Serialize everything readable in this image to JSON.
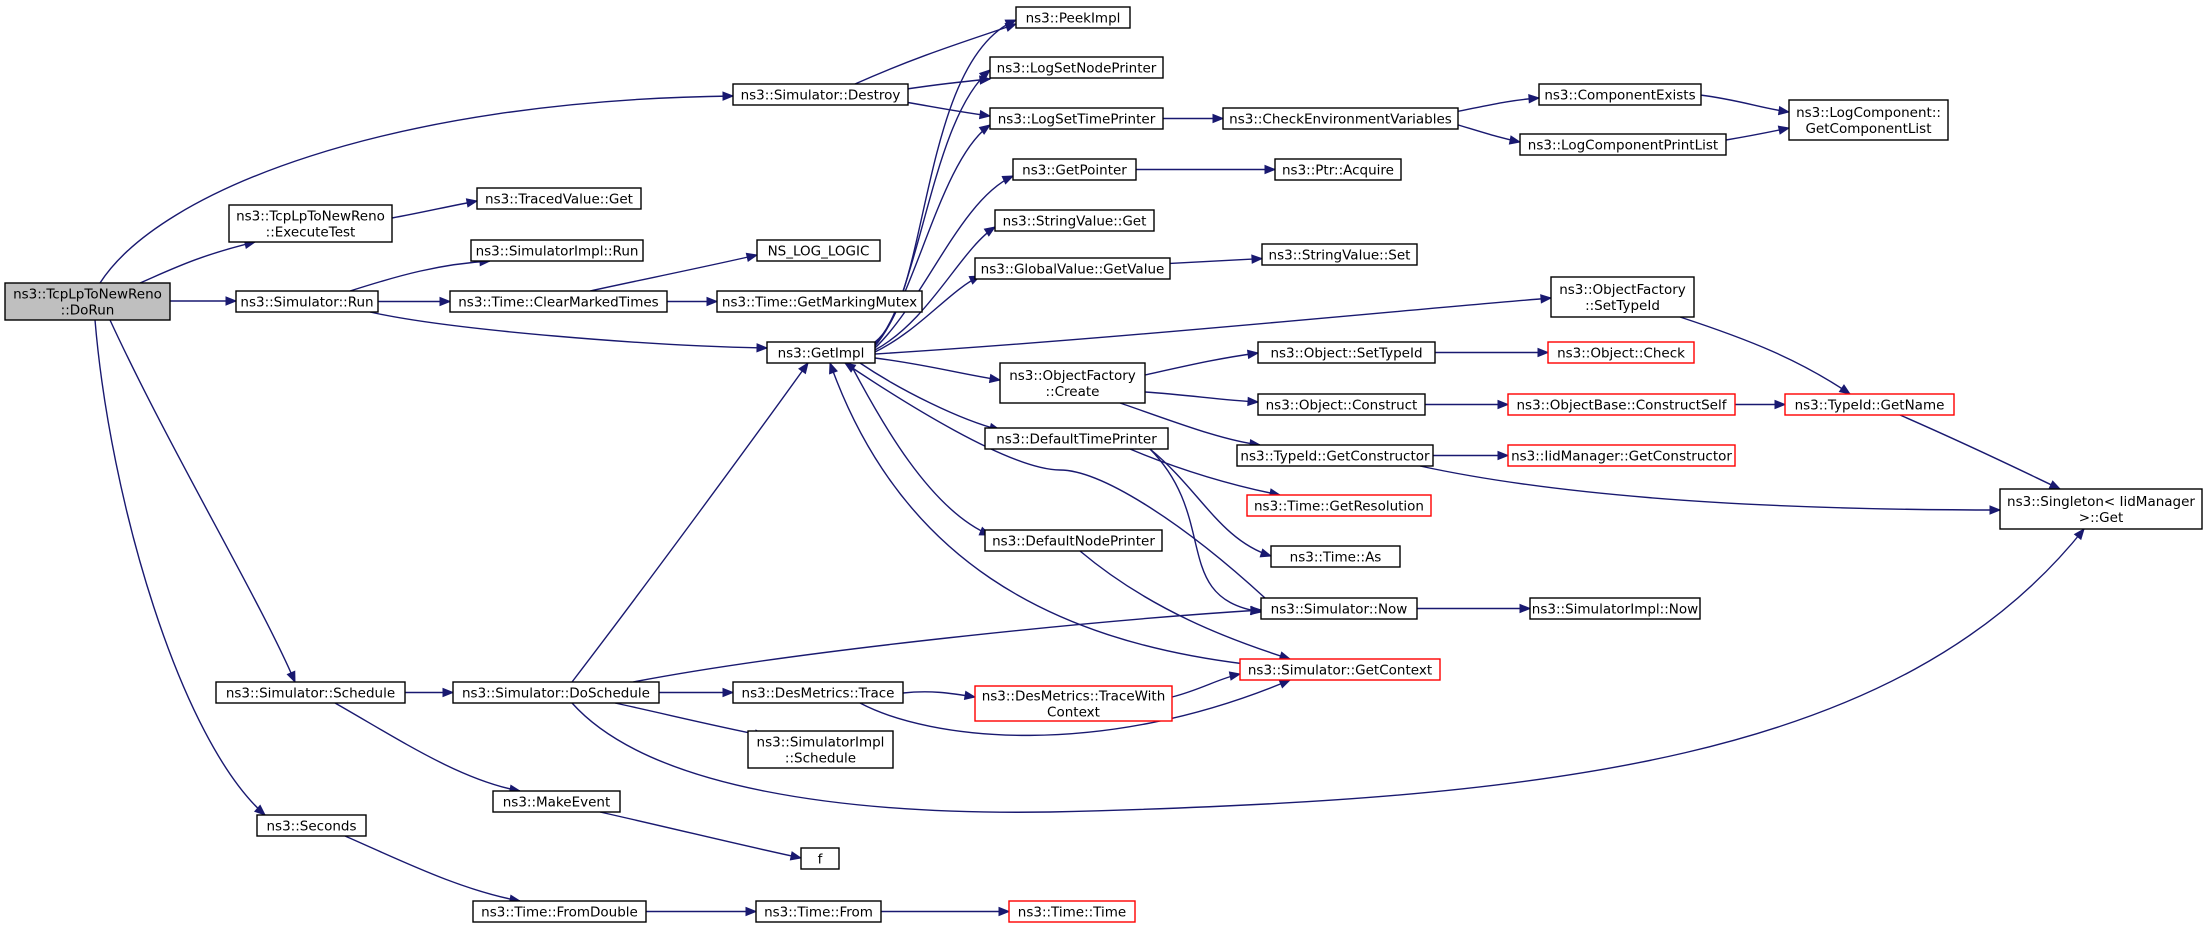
{
  "graph": {
    "edge_color": "#191970",
    "truncated_border_color": "#ff0000",
    "root_fill": "#bfbfbf",
    "nodes": [
      {
        "id": "dorun",
        "lines": [
          "ns3::TcpLpToNewReno",
          "::DoRun"
        ],
        "root": true
      },
      {
        "id": "destroy",
        "lines": [
          "ns3::Simulator::Destroy"
        ]
      },
      {
        "id": "executetest",
        "lines": [
          "ns3::TcpLpToNewReno",
          "::ExecuteTest"
        ]
      },
      {
        "id": "tracedvalueget",
        "lines": [
          "ns3::TracedValue::Get"
        ]
      },
      {
        "id": "simrun",
        "lines": [
          "ns3::Simulator::Run"
        ]
      },
      {
        "id": "simimplrun",
        "lines": [
          "ns3::SimulatorImpl::Run"
        ]
      },
      {
        "id": "clearmarked",
        "lines": [
          "ns3::Time::ClearMarkedTimes"
        ]
      },
      {
        "id": "nslog",
        "lines": [
          "NS_LOG_LOGIC"
        ]
      },
      {
        "id": "markingmutex",
        "lines": [
          "ns3::Time::GetMarkingMutex"
        ]
      },
      {
        "id": "getimpl",
        "lines": [
          "ns3::GetImpl"
        ]
      },
      {
        "id": "peekimpl",
        "lines": [
          "ns3::PeekImpl"
        ]
      },
      {
        "id": "lognode",
        "lines": [
          "ns3::LogSetNodePrinter"
        ]
      },
      {
        "id": "logtime",
        "lines": [
          "ns3::LogSetTimePrinter"
        ]
      },
      {
        "id": "checkenv",
        "lines": [
          "ns3::CheckEnvironmentVariables"
        ]
      },
      {
        "id": "compexists",
        "lines": [
          "ns3::ComponentExists"
        ]
      },
      {
        "id": "logprintlist",
        "lines": [
          "ns3::LogComponentPrintList"
        ]
      },
      {
        "id": "getcomplist",
        "lines": [
          "ns3::LogComponent::",
          "GetComponentList"
        ]
      },
      {
        "id": "getpointer",
        "lines": [
          "ns3::GetPointer"
        ]
      },
      {
        "id": "ptracquire",
        "lines": [
          "ns3::Ptr::Acquire"
        ]
      },
      {
        "id": "strget",
        "lines": [
          "ns3::StringValue::Get"
        ]
      },
      {
        "id": "globalget",
        "lines": [
          "ns3::GlobalValue::GetValue"
        ]
      },
      {
        "id": "strset",
        "lines": [
          "ns3::StringValue::Set"
        ]
      },
      {
        "id": "ofsettype",
        "lines": [
          "ns3::ObjectFactory",
          "::SetTypeId"
        ]
      },
      {
        "id": "ofcreate",
        "lines": [
          "ns3::ObjectFactory",
          "::Create"
        ]
      },
      {
        "id": "objsettype",
        "lines": [
          "ns3::Object::SetTypeId"
        ]
      },
      {
        "id": "objcheck",
        "lines": [
          "ns3::Object::Check"
        ],
        "truncated": true
      },
      {
        "id": "objconstruct",
        "lines": [
          "ns3::Object::Construct"
        ]
      },
      {
        "id": "constructself",
        "lines": [
          "ns3::ObjectBase::ConstructSelf"
        ],
        "truncated": true
      },
      {
        "id": "typeidname",
        "lines": [
          "ns3::TypeId::GetName"
        ],
        "truncated": true
      },
      {
        "id": "typeidctor",
        "lines": [
          "ns3::TypeId::GetConstructor"
        ]
      },
      {
        "id": "iidctor",
        "lines": [
          "ns3::IidManager::GetConstructor"
        ],
        "truncated": true
      },
      {
        "id": "singleton",
        "lines": [
          "ns3::Singleton< IidManager",
          ">::Get"
        ]
      },
      {
        "id": "deftime",
        "lines": [
          "ns3::DefaultTimePrinter"
        ]
      },
      {
        "id": "getres",
        "lines": [
          "ns3::Time::GetResolution"
        ],
        "truncated": true
      },
      {
        "id": "timeas",
        "lines": [
          "ns3::Time::As"
        ]
      },
      {
        "id": "defnode",
        "lines": [
          "ns3::DefaultNodePrinter"
        ]
      },
      {
        "id": "simnow",
        "lines": [
          "ns3::Simulator::Now"
        ]
      },
      {
        "id": "simimplnow",
        "lines": [
          "ns3::SimulatorImpl::Now"
        ]
      },
      {
        "id": "getcontext",
        "lines": [
          "ns3::Simulator::GetContext"
        ],
        "truncated": true
      },
      {
        "id": "schedule",
        "lines": [
          "ns3::Simulator::Schedule"
        ]
      },
      {
        "id": "doschedule",
        "lines": [
          "ns3::Simulator::DoSchedule"
        ]
      },
      {
        "id": "destrace",
        "lines": [
          "ns3::DesMetrics::Trace"
        ]
      },
      {
        "id": "destracectx",
        "lines": [
          "ns3::DesMetrics::TraceWith",
          "Context"
        ],
        "truncated": true
      },
      {
        "id": "simimplsched",
        "lines": [
          "ns3::SimulatorImpl",
          "::Schedule"
        ]
      },
      {
        "id": "makeevent",
        "lines": [
          "ns3::MakeEvent"
        ]
      },
      {
        "id": "f",
        "lines": [
          "f"
        ]
      },
      {
        "id": "seconds",
        "lines": [
          "ns3::Seconds"
        ]
      },
      {
        "id": "fromdouble",
        "lines": [
          "ns3::Time::FromDouble"
        ]
      },
      {
        "id": "timefrom",
        "lines": [
          "ns3::Time::From"
        ]
      },
      {
        "id": "timetime",
        "lines": [
          "ns3::Time::Time"
        ],
        "truncated": true
      }
    ],
    "edges": [
      [
        "dorun",
        "destroy"
      ],
      [
        "dorun",
        "executetest"
      ],
      [
        "dorun",
        "simrun"
      ],
      [
        "dorun",
        "schedule"
      ],
      [
        "dorun",
        "seconds"
      ],
      [
        "destroy",
        "peekimpl"
      ],
      [
        "destroy",
        "lognode"
      ],
      [
        "destroy",
        "logtime"
      ],
      [
        "executetest",
        "tracedvalueget"
      ],
      [
        "simrun",
        "simimplrun"
      ],
      [
        "simrun",
        "clearmarked"
      ],
      [
        "simrun",
        "getimpl"
      ],
      [
        "clearmarked",
        "nslog"
      ],
      [
        "clearmarked",
        "markingmutex"
      ],
      [
        "getimpl",
        "peekimpl"
      ],
      [
        "getimpl",
        "lognode"
      ],
      [
        "getimpl",
        "logtime"
      ],
      [
        "getimpl",
        "getpointer"
      ],
      [
        "getimpl",
        "strget"
      ],
      [
        "getimpl",
        "globalget"
      ],
      [
        "getimpl",
        "ofsettype"
      ],
      [
        "getimpl",
        "ofcreate"
      ],
      [
        "getimpl",
        "deftime"
      ],
      [
        "getimpl",
        "defnode"
      ],
      [
        "logtime",
        "checkenv"
      ],
      [
        "checkenv",
        "compexists"
      ],
      [
        "checkenv",
        "logprintlist"
      ],
      [
        "compexists",
        "getcomplist"
      ],
      [
        "logprintlist",
        "getcomplist"
      ],
      [
        "getpointer",
        "ptracquire"
      ],
      [
        "globalget",
        "strset"
      ],
      [
        "ofsettype",
        "typeidname"
      ],
      [
        "ofcreate",
        "objsettype"
      ],
      [
        "ofcreate",
        "objconstruct"
      ],
      [
        "ofcreate",
        "typeidctor"
      ],
      [
        "objsettype",
        "objcheck"
      ],
      [
        "objconstruct",
        "constructself"
      ],
      [
        "constructself",
        "typeidname"
      ],
      [
        "typeidctor",
        "iidctor"
      ],
      [
        "typeidctor",
        "singleton"
      ],
      [
        "typeidname",
        "singleton"
      ],
      [
        "deftime",
        "getres"
      ],
      [
        "deftime",
        "timeas"
      ],
      [
        "deftime",
        "simnow"
      ],
      [
        "defnode",
        "getcontext"
      ],
      [
        "simnow",
        "getimpl"
      ],
      [
        "simnow",
        "simimplnow"
      ],
      [
        "getcontext",
        "getimpl"
      ],
      [
        "schedule",
        "doschedule"
      ],
      [
        "schedule",
        "makeevent"
      ],
      [
        "doschedule",
        "getimpl"
      ],
      [
        "doschedule",
        "simnow"
      ],
      [
        "doschedule",
        "destrace"
      ],
      [
        "doschedule",
        "simimplsched"
      ],
      [
        "doschedule",
        "singleton"
      ],
      [
        "destrace",
        "destracectx"
      ],
      [
        "destrace",
        "getcontext"
      ],
      [
        "destracectx",
        "getcontext"
      ],
      [
        "makeevent",
        "f"
      ],
      [
        "seconds",
        "fromdouble"
      ],
      [
        "fromdouble",
        "timefrom"
      ],
      [
        "timefrom",
        "timetime"
      ]
    ]
  }
}
